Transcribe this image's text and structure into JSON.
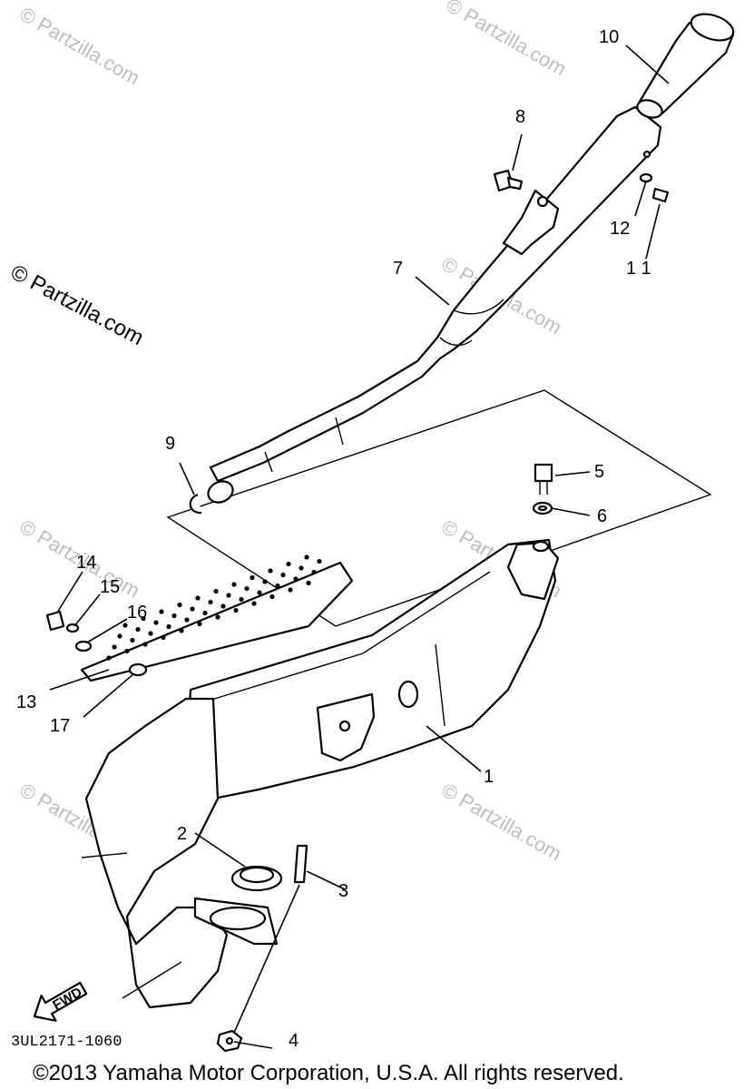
{
  "watermarks": {
    "main": "© Partzilla.com",
    "faint": "© Partzilla.com"
  },
  "callouts": {
    "c1": "1",
    "c2": "2",
    "c3": "3",
    "c4": "4",
    "c5": "5",
    "c6": "6",
    "c7": "7",
    "c8": "8",
    "c9": "9",
    "c10": "10",
    "c11": "1 1",
    "c12": "12",
    "c13": "13",
    "c14": "14",
    "c15": "15",
    "c16": "16",
    "c17": "17"
  },
  "fwd_label": "FWD",
  "diagram_code": "3UL2171-1060",
  "copyright": "©2013 Yamaha Motor Corporation, U.S.A. All rights reserved."
}
